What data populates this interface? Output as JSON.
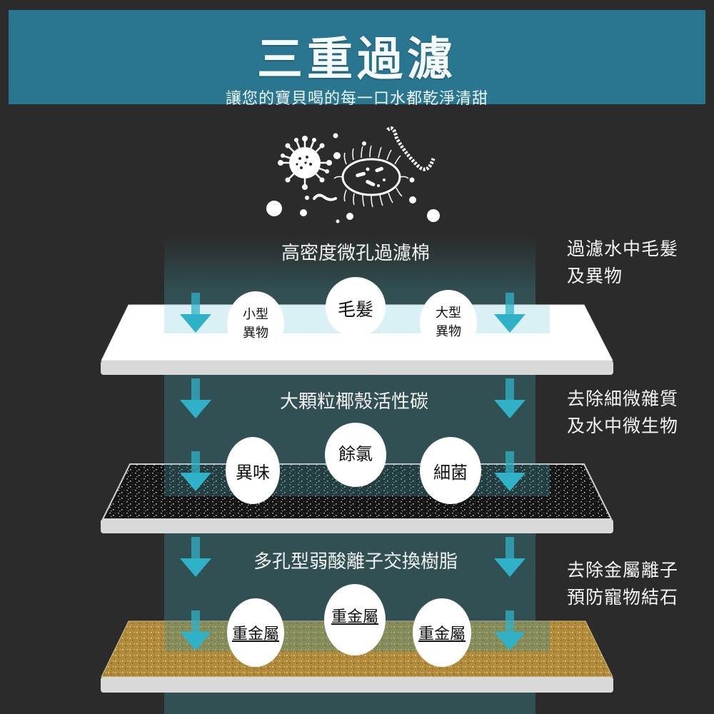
{
  "header": {
    "title": "三重過濾",
    "subtitle": "讓您的寶貝喝的每一口水都乾淨清甜",
    "background_color": "#2a7590"
  },
  "colors": {
    "page_background": "#2b2b2b",
    "arrow_color": "#2fb1c7",
    "beam_color": "#3a7d84"
  },
  "illustration": {
    "icon": "germs-bacteria-icon"
  },
  "layers": [
    {
      "name": "高密度微孔過濾棉",
      "material": "white-foam",
      "bubbles": [
        "小型\n異物",
        "毛髮",
        "大型\n異物"
      ],
      "bubble_lines": [
        [
          "小型",
          "異物"
        ],
        [
          "毛髮"
        ],
        [
          "大型",
          "異物"
        ]
      ],
      "description": [
        "過濾水中毛髮",
        "及異物"
      ]
    },
    {
      "name": "大顆粒椰殼活性碳",
      "material": "activated-carbon",
      "bubbles": [
        "異味",
        "餘氯",
        "細菌"
      ],
      "description": [
        "去除細微雜質",
        "及水中微生物"
      ]
    },
    {
      "name": "多孔型弱酸離子交換樹脂",
      "material": "ion-exchange-resin",
      "bubbles": [
        "重金屬",
        "重金屬",
        "重金屬"
      ],
      "description": [
        "去除金屬離子",
        "預防寵物結石"
      ]
    }
  ]
}
